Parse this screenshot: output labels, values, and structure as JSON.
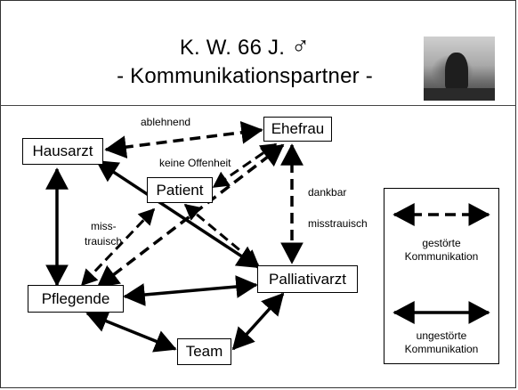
{
  "title": {
    "line1": "K. W. 66 J.",
    "symbol": "♂",
    "line2": "- Kommunikationspartner -"
  },
  "nodes": {
    "hausarzt": "Hausarzt",
    "ehefrau": "Ehefrau",
    "patient": "Patient",
    "pflegende": "Pflegende",
    "palliativarzt": "Palliativarzt",
    "team": "Team"
  },
  "edge_labels": {
    "ablehnend": "ablehnend",
    "keine_offenheit": "keine Offenheit",
    "dankbar": "dankbar",
    "misstrauisch": "misstrauisch",
    "miss": "miss-",
    "trauisch": "trauisch"
  },
  "legend": {
    "disturbed_line1": "gestörte",
    "disturbed_line2": "Kommunikation",
    "undisturbed_line1": "ungestörte",
    "undisturbed_line2": "Kommunikation"
  }
}
